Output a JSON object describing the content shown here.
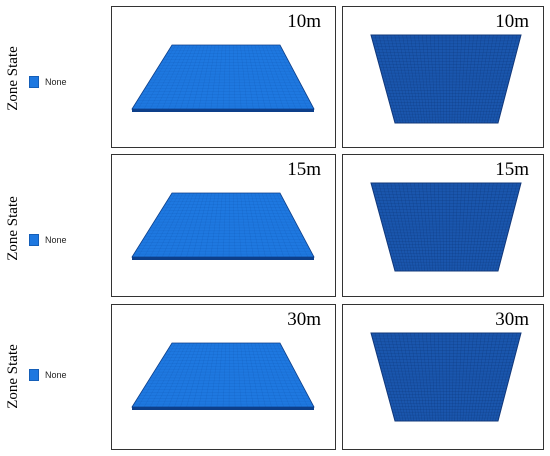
{
  "rows": [
    {
      "ylabel": "Zone State",
      "legend_label": "None",
      "left_depth": "10m",
      "right_depth": "10m"
    },
    {
      "ylabel": "Zone State",
      "legend_label": "None",
      "left_depth": "15m",
      "right_depth": "15m"
    },
    {
      "ylabel": "Zone State",
      "legend_label": "None",
      "left_depth": "30m",
      "right_depth": "30m"
    }
  ],
  "colors": {
    "left_fill": "#1e78e0",
    "left_edge": "#0d3f8a",
    "right_fill": "#1a56ad",
    "right_edge": "#12387a",
    "legend_swatch": "#1e78e0"
  }
}
